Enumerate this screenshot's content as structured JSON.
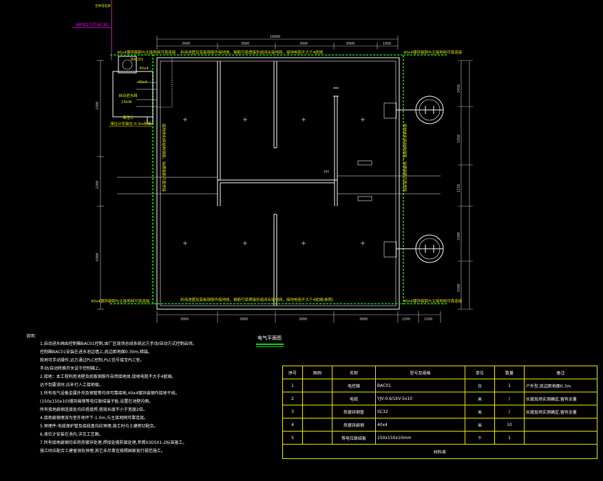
{
  "drawing": {
    "feeder_top": "至供电电源",
    "feeder_code": "WP217/T-5C32",
    "dims_top": [
      "16000",
      "3000",
      "3000",
      "3000",
      "8900",
      "1000"
    ],
    "dims_bottom": [
      "3000",
      "3000",
      "3000",
      "3000",
      "1500",
      "1500"
    ],
    "dims_left": [
      "2200",
      "6900",
      "2300"
    ],
    "dims_right": [
      "2450",
      "3350",
      "1150",
      "3300",
      "2500"
    ],
    "steel_label_tl": "40x4镀锌扁钢与主接地网可靠连接",
    "steel_label_tr": "40x4镀锌扁钢与主接地网可靠连接",
    "steel_label_bl": "40x4镀锌扁钢与主接地网可靠连接",
    "steel_label_br": "40x4镀锌扁钢与主接地网可靠连接",
    "top_note": "利用池壁及底板钢筋作接地体，钢筋可靠焊接形成闭合接地网，接地电阻不大于4欧姆",
    "bottom_note": "利用池壁及底板钢筋作接地体，钢筋可靠焊接形成闭合接地网，接地电阻不大于4欧姆(参照)",
    "left_vertical_note": "接地体利用结构钢筋，纵横钢筋可靠焊接",
    "right_vertical_note": "接地体利用结构钢筋，纵横钢筋可靠焊接",
    "box_code": "BAC01",
    "steel_40x4_a": "40x4",
    "steel_40x4_b": "40x4",
    "box_device": "自动进水阀",
    "box_power": "15kW",
    "device_tag": "液位计",
    "device_note": "液位计安装在-0.3m标高",
    "center_label": "???"
  },
  "notes": {
    "title": "说明：",
    "lines": [
      "1.自动进水阀由控制箱BAC01控制,由厂区现场总线系统远方手动/自动方式控制启闭。",
      "  控制箱BAC01安装在进水池边墙上,底边距地面0.30m,暗装。",
      "  就地可手动操作,远方通过PLC控制,PLC信号接至PLC室。",
      "  手动/自动转换开关设于控制箱上。",
      "2.接地：本工程利用池壁及底板钢筋作自然接地体,接地电阻不大于4欧姆。",
      "  达不到要求时,应补打人工接地极。",
      "3.所有电气设备金属外壳及钢管等均须可靠接地,40x4镀锌扁钢作接地干线。",
      "  (150x150x10)镀锌扁钢等电位联结端子板,设置在池壁内侧。",
      "  所有接地扁钢连接处均应搭接焊,搭接长度不小于宽度2倍。",
      "4.接地扁钢埋深为室外地坪下-1.0m,与主接地网可靠连接。",
      "5.预埋件:电缆保护管及接线盒均应预埋,施工时与土建密切配合。",
      "6.液位计安装在池内,详见工艺图。",
      "7.所有接地扁钢均采用热镀锌处理,焊接处做防腐处理,参照03D501-2标准施工。",
      "  施工时应配合土建留洞及预埋,其它未尽事宜按照国家现行规范施工。"
    ]
  },
  "plan": {
    "title": "电气平面图"
  },
  "legend": {
    "headers": [
      "序号",
      "图例",
      "名称",
      "型号及规格",
      "单位",
      "数量",
      "备注"
    ],
    "rows": [
      {
        "no": "1",
        "symbol": "",
        "name": "电控箱",
        "model": "BAC01",
        "unit": "台",
        "qty": "1",
        "note": "户外型,底边距地面0.3m"
      },
      {
        "no": "2",
        "symbol": "",
        "name": "电缆",
        "model": "YJV-0.6/1kV-5x10",
        "unit": "米",
        "qty": "/",
        "note": "长度现场实测确定,留有余量"
      },
      {
        "no": "3",
        "symbol": "",
        "name": "热镀锌钢管",
        "model": "SC32",
        "unit": "米",
        "qty": "/",
        "note": "长度现场实测确定,留有余量"
      },
      {
        "no": "4",
        "symbol": "",
        "name": "热镀锌扁钢",
        "model": "40x4",
        "unit": "米",
        "qty": "10",
        "note": ""
      },
      {
        "no": "5",
        "symbol": "",
        "name": "等电位联结板",
        "model": "150x150x10mm",
        "unit": "个",
        "qty": "1",
        "note": ""
      }
    ],
    "footer": "材料表"
  },
  "colors": {
    "ground": "#00e000",
    "wall": "#ffffff",
    "text_yellow": "#e8e800",
    "feeder": "#ff00ff",
    "dim": "#c8c8c8"
  }
}
